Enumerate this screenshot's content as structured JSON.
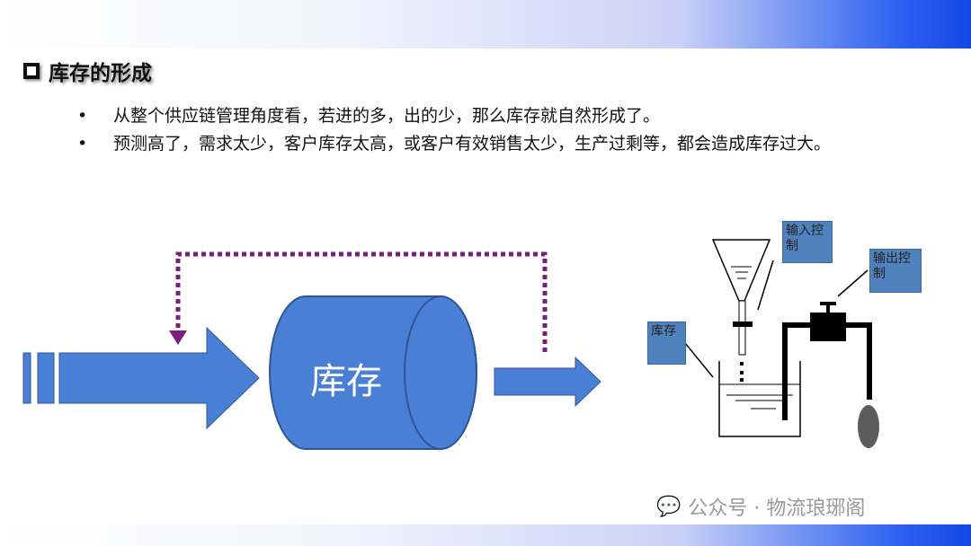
{
  "title": "库存的形成",
  "bullets": [
    "从整个供应链管理角度看，若进的多，出的少，那么库存就自然形成了。",
    "预测高了，需求太少，客户库存太高，或客户有效销售太少，生产过剩等，都会造成库存过大。"
  ],
  "diagram": {
    "cylinder_label": "库存",
    "input_label": "输入控制",
    "output_label": "输出控制",
    "inventory_label": "库存"
  },
  "watermark": "公众号 · 物流琅琊阁",
  "colors": {
    "shape_blue": "#4a7fd6",
    "dotted": "#7b1f7f"
  }
}
